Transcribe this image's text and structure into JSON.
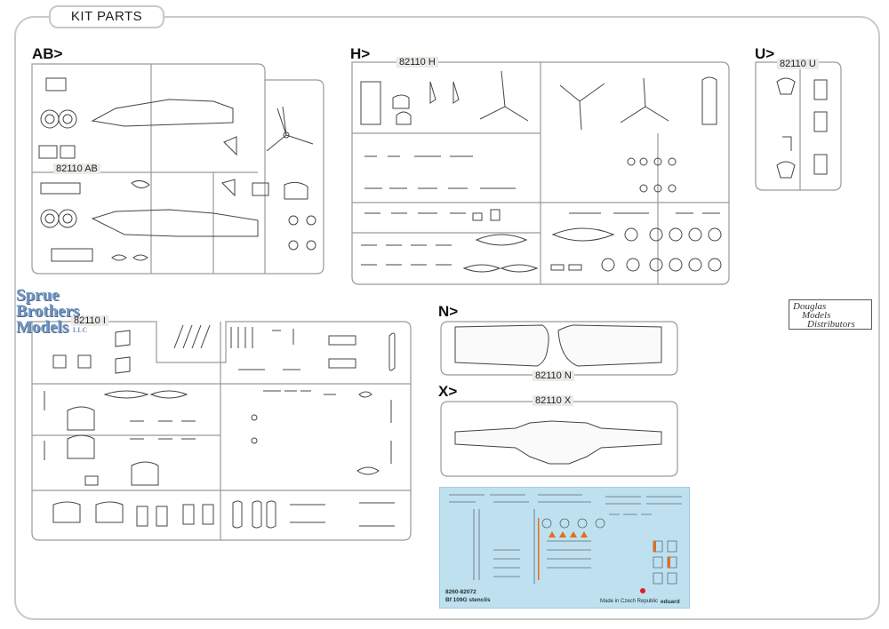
{
  "header": {
    "title": "KIT PARTS"
  },
  "sprues": [
    {
      "letter": "AB>",
      "code": "82110 AB"
    },
    {
      "letter": "H>",
      "code": "82110 H"
    },
    {
      "letter": "U>",
      "code": "82110 U"
    },
    {
      "letter": "N>",
      "code": "82110 N"
    },
    {
      "letter": "X>",
      "code": "82110 X"
    },
    {
      "code": "82110 I"
    }
  ],
  "decal_sheet": {
    "code": "8260-82072",
    "name": "Bf 109G stencils",
    "brand": "eduard",
    "country": "Made in Czech Republic"
  },
  "watermarks": {
    "sbm_line1": "Sprue",
    "sbm_line2": "Brothers",
    "sbm_line3": "Models",
    "sbm_suffix": "LLC",
    "dmd_line1": "Douglas",
    "dmd_line2": "Models",
    "dmd_line3": "Distributors"
  },
  "colors": {
    "frame": "#c9c9c9",
    "decal_bg": "#bfe0ef",
    "sbm": "#5a86b8"
  }
}
